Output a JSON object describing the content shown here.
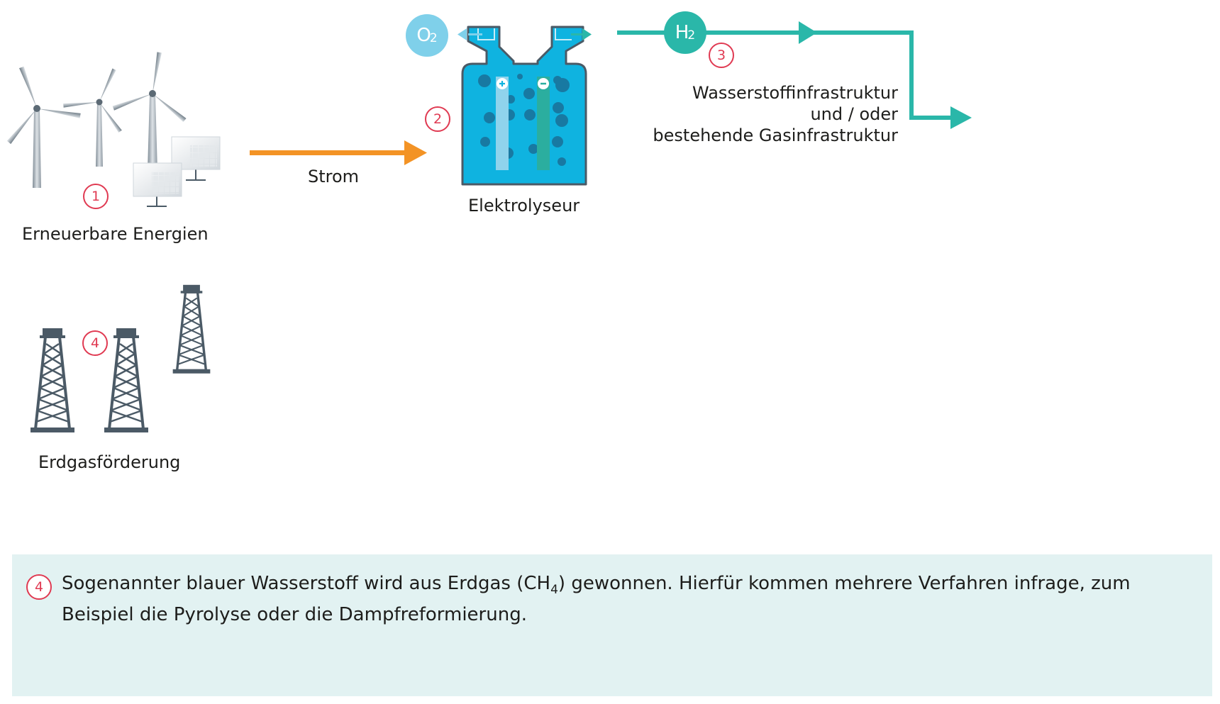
{
  "labels": {
    "renewables": "Erneuerbare Energien",
    "power": "Strom",
    "electrolyser": "Elektrolyseur",
    "infra_line1": "Wasserstoffinfrastruktur",
    "infra_line2": "und / oder",
    "infra_line3": "bestehende Gasinfrastruktur",
    "gas_extraction": "Erdgasförderung"
  },
  "badges": {
    "o2": {
      "base": "O",
      "sub": "2"
    },
    "h2": {
      "base": "H",
      "sub": "2"
    }
  },
  "steps": [
    "1",
    "2",
    "3",
    "4"
  ],
  "note": {
    "step": "4",
    "text_before": "Sogenannter blauer Wasserstoff wird aus Erdgas (CH",
    "text_sub": "4",
    "text_after": ") gewonnen. Hierfür kommen mehrere Verfahren infrage, zum Beispiel die Pyrolyse oder die Dampfreformierung."
  },
  "colors": {
    "orange": "#f39325",
    "teal": "#2ab7a9",
    "electrolyte": "#0fb3e0",
    "o2": "#7fd0ea",
    "red": "#e03a52",
    "tower": "#4b5a66",
    "note_bg": "#e2f2f2"
  }
}
